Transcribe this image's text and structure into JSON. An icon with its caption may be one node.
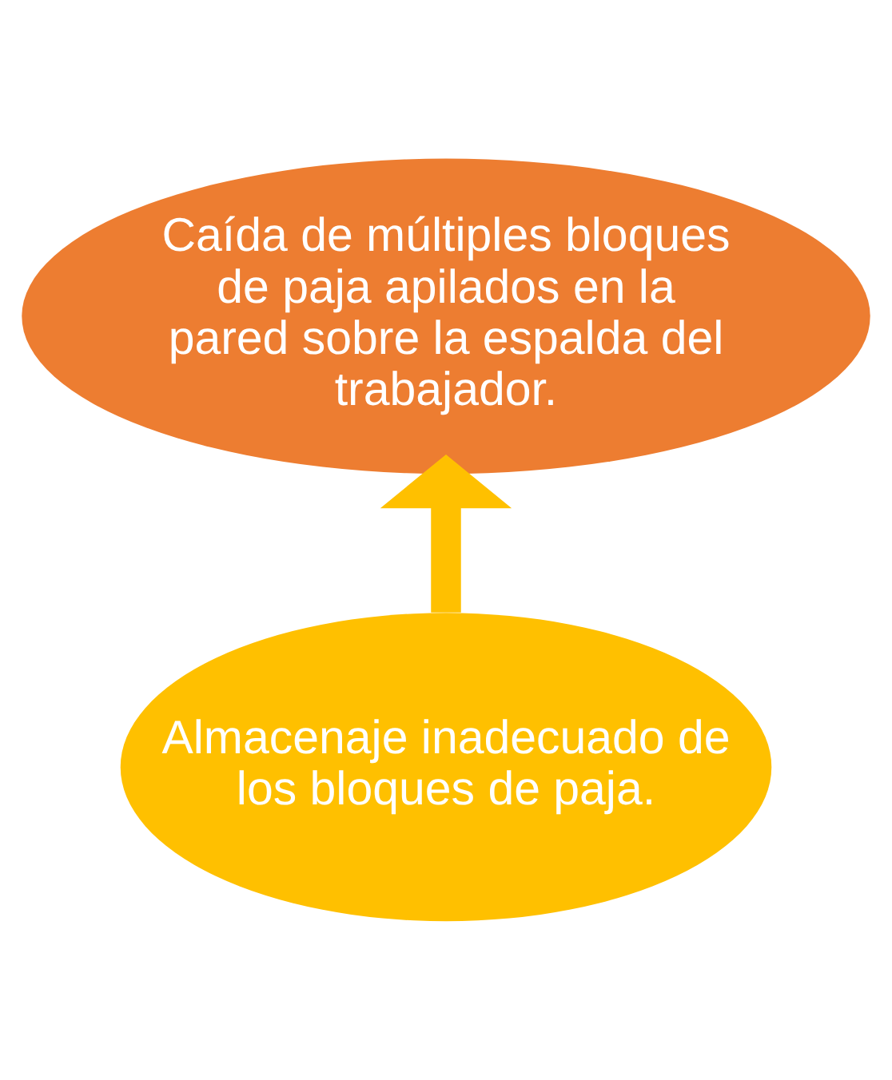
{
  "diagram": {
    "nodes": [
      {
        "text": [
          "Caída de múltiples bloques de paja apilados en la pared sobre la espalda del trabajador."
        ]
      },
      {
        "text": [
          "Almacenaje inadecuado de los bloques de paja."
        ]
      }
    ],
    "edges": [
      {
        "from": 1,
        "to": 0,
        "arrow": "to",
        "color": "#ffc000"
      }
    ]
  }
}
